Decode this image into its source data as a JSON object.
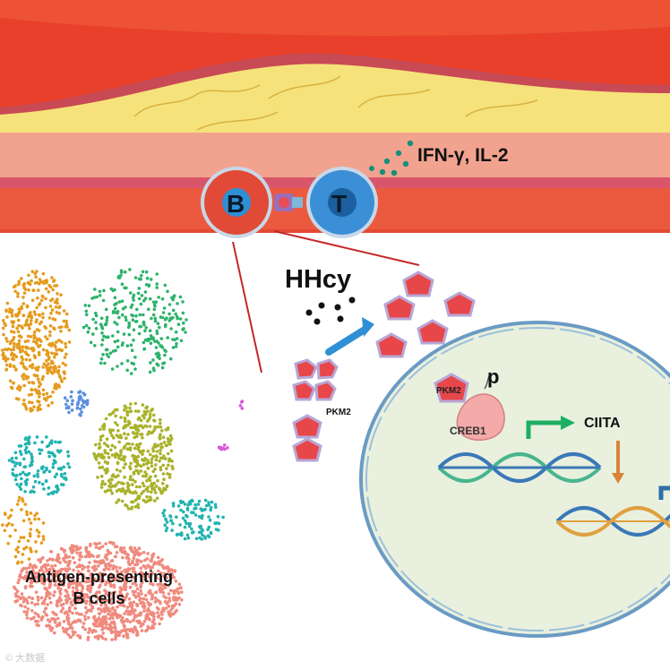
{
  "labels": {
    "cytokines": "IFN-γ, IL-2",
    "b_cell": "B",
    "t_cell": "T",
    "hhcy": "HHcy",
    "pkm2_outside": "PKM2",
    "pkm2_nucleus": "PKM2",
    "phospho": "p",
    "creb1": "CREB1",
    "ciita": "CIITA",
    "cluster_line1": "Antigen-presenting",
    "cluster_line2": "B cells",
    "watermark": "© 大数据"
  },
  "colors": {
    "vessel_red": "#e8402a",
    "plaque_yellow": "#f6e27a",
    "intima_pink": "#f2a38f",
    "b_cell": "#e04a36",
    "t_cell": "#3a8fd6",
    "pkm2": "#e8474a",
    "pkm2_border": "#b7a6d6",
    "nucleus_fill": "#e9f0de",
    "nucleus_border": "#6a9bc4",
    "dna_blue": "#3a78b8",
    "dna_green": "#48b58f",
    "dna_orange": "#e0a040",
    "arrow_green": "#1db063",
    "arrow_orange": "#d9833a",
    "arrow_blue": "#2f8fd4",
    "cluster_orange": "#e59b1e",
    "cluster_green": "#2eb36c",
    "cluster_olive": "#a9b22a",
    "cluster_teal": "#22b3b0",
    "cluster_salmon": "#f08a7e",
    "cluster_blue": "#5b8fe0",
    "cluster_magenta": "#d65ad6"
  }
}
